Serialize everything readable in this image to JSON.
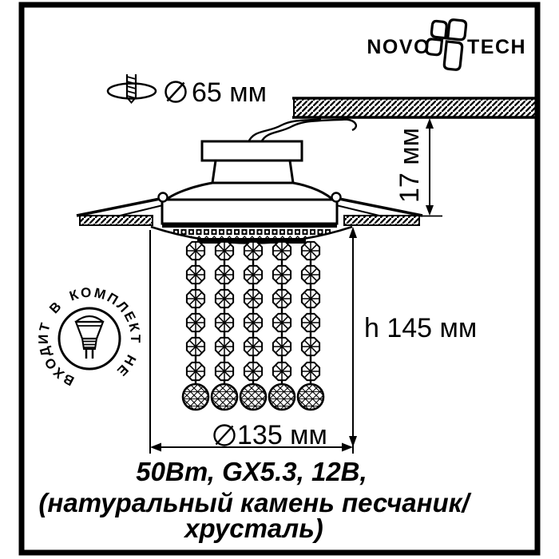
{
  "colors": {
    "ink": "#000000",
    "paper": "#ffffff"
  },
  "logo": {
    "word_left": "NOVO",
    "word_right": "TECH"
  },
  "callouts": {
    "cutout_diameter_label": "65 мм",
    "recess_depth_label": "17 мм",
    "hanging_height_label": "h 145 мм",
    "shade_diameter_label": "135 мм"
  },
  "stamp": {
    "ring_text": "ВХОДИТ В КОМПЛЕКТ НЕ"
  },
  "specs": {
    "line1": "50Вт, GX5.3, 12В,",
    "line2": "(натуральный камень песчаник/",
    "line3": "хрусталь)"
  }
}
